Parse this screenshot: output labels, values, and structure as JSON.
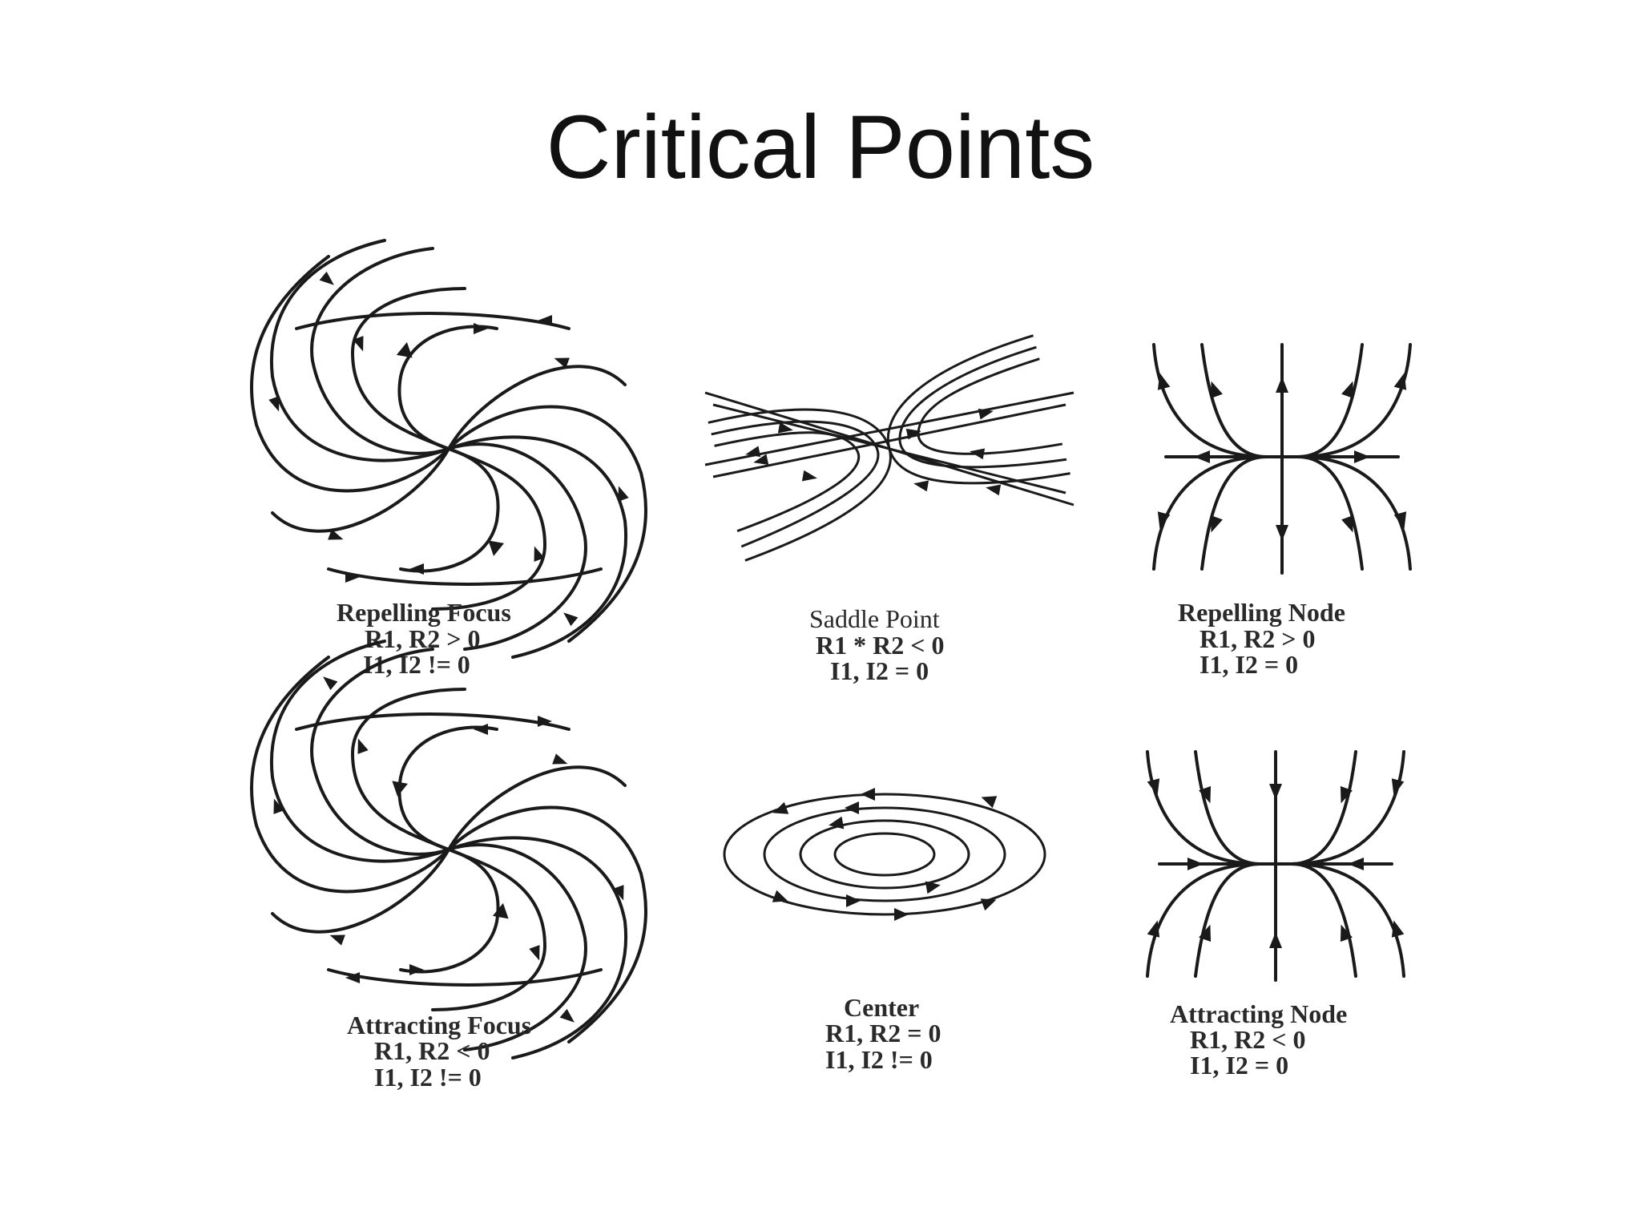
{
  "title": "Critical Points",
  "colors": {
    "ink": "#1a1a1a",
    "text": "#2a2a2a",
    "background": "#ffffff"
  },
  "panels": [
    {
      "id": "repelling-focus",
      "name": "Repelling Focus",
      "line1": "R1, R2 > 0",
      "line2": "I1, I2 != 0"
    },
    {
      "id": "saddle-point",
      "name": "Saddle Point",
      "line1": "R1 * R2 < 0",
      "line2": "I1, I2 = 0"
    },
    {
      "id": "repelling-node",
      "name": "Repelling Node",
      "line1": "R1, R2 > 0",
      "line2": "I1, I2 = 0"
    },
    {
      "id": "attracting-focus",
      "name": "Attracting Focus",
      "line1": "R1, R2 < 0",
      "line2": "I1, I2 != 0"
    },
    {
      "id": "center",
      "name": "Center",
      "line1": "R1, R2 = 0",
      "line2": "I1, I2 != 0"
    },
    {
      "id": "attracting-node",
      "name": "Attracting Node",
      "line1": "R1, R2 < 0",
      "line2": "I1, I2 = 0"
    }
  ]
}
